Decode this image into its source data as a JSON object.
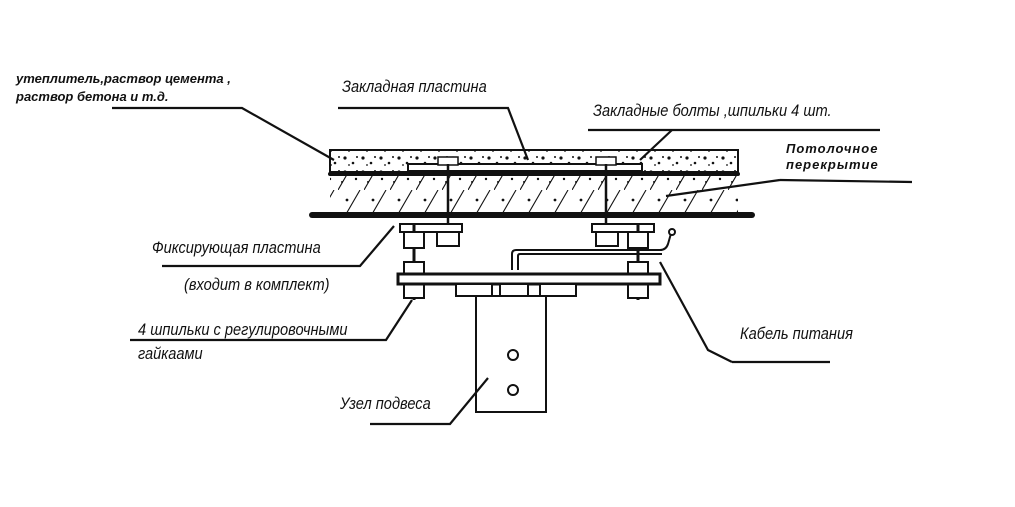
{
  "labels": {
    "insulation_line1": "утеплитель,раствор цемента ,",
    "insulation_line2": "раствор бетона  и т.д.",
    "embedded_plate": "Закладная пластина",
    "embedded_bolts": "Закладные болты ,шпильки  4 шт.",
    "ceiling_line1": "Потолочное",
    "ceiling_line2": "перекрытие",
    "fixing_plate_line1": "Фиксирующая пластина",
    "fixing_plate_line2": "(входит в комплект)",
    "studs_line1": "4 шпильки с регулировочными",
    "studs_line2": "гайкаами",
    "power_cable": "Кабель питания",
    "suspension": "Узел подвеса"
  },
  "colors": {
    "ink": "#111111",
    "background": "#ffffff"
  }
}
